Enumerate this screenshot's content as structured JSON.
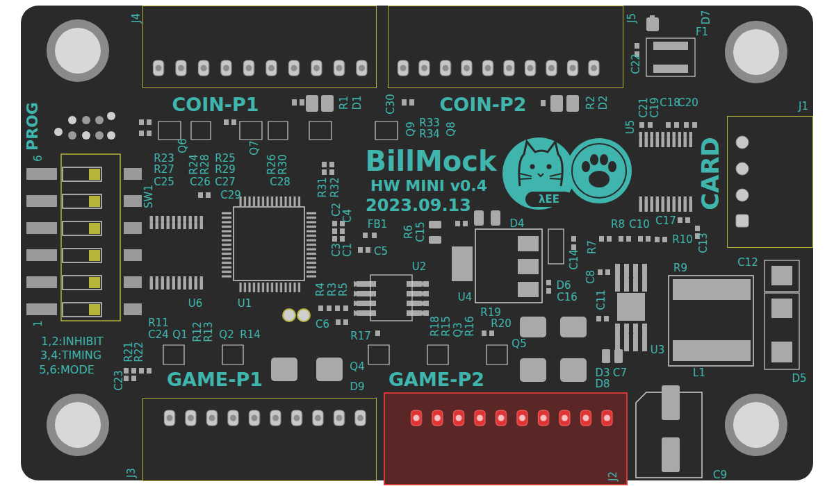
{
  "diagram": {
    "nodes": [
      {
        "text": [
          "J4"
        ]
      },
      {
        "text": [
          "J5"
        ]
      },
      {
        "text": [
          "J1"
        ]
      },
      {
        "text": [
          "J3"
        ]
      },
      {
        "text": [
          "J2"
        ]
      }
    ],
    "labels": [
      "PROG",
      "6",
      "1",
      "SW1",
      "1,2:INHIBIT",
      "3,4:TIMING",
      "5,6:MODE",
      "COIN-P1",
      "COIN-P2",
      "GAME-P1",
      "GAME-P2",
      "BillMock",
      "HW MINI v0.4",
      "2023.09.13",
      "λEE",
      "CARD",
      "R1",
      "D1",
      "C30",
      "R2",
      "D2",
      "D7",
      "F1",
      "C22",
      "U5",
      "C21",
      "C19",
      "C18",
      "C20",
      "Q9",
      "R33",
      "R34",
      "Q8",
      "R23",
      "R27",
      "C25",
      "Q6",
      "R24",
      "R28",
      "R25",
      "R29",
      "C26",
      "C27",
      "Q7",
      "R26",
      "R30",
      "C28",
      "C29",
      "R31",
      "R32",
      "C2",
      "C4",
      "FB1",
      "C3",
      "C1",
      "C5",
      "R6",
      "C15",
      "D4",
      "R8",
      "C10",
      "R7",
      "R10",
      "C13",
      "C17",
      "C14",
      "C8",
      "D6",
      "C16",
      "U4",
      "U2",
      "R4",
      "R3",
      "R5",
      "C6",
      "U6",
      "U1",
      "C11",
      "R9",
      "C12",
      "U3",
      "L1",
      "D5",
      "R11",
      "C24",
      "Q1",
      "R12",
      "R13",
      "Q2",
      "R14",
      "R21",
      "R22",
      "C23",
      "R17",
      "R18",
      "R15",
      "Q3",
      "R16",
      "R19",
      "R20",
      "Q5",
      "Q4",
      "D9",
      "D3",
      "C7",
      "D8",
      "C9"
    ]
  }
}
